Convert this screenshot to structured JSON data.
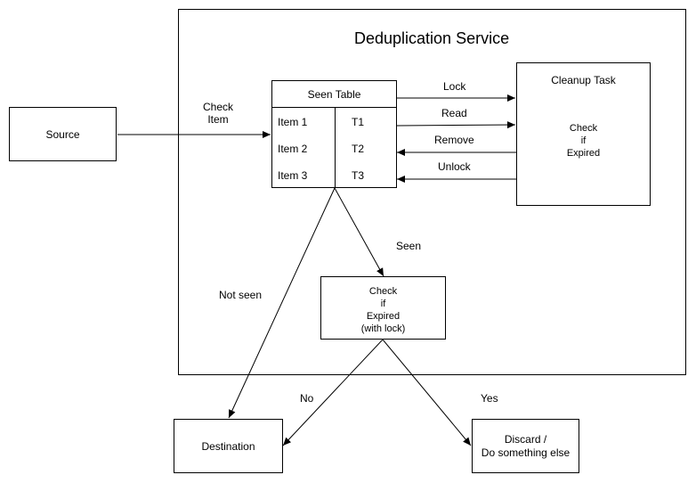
{
  "service": {
    "title": "Deduplication Service"
  },
  "source": {
    "label": "Source"
  },
  "check_item_label": "Check\nItem",
  "seen_table": {
    "title": "Seen Table",
    "rows": [
      {
        "item": "Item 1",
        "time": "T1"
      },
      {
        "item": "Item 2",
        "time": "T2"
      },
      {
        "item": "Item 3",
        "time": "T3"
      }
    ]
  },
  "cleanup": {
    "title": "Cleanup Task",
    "body": "Check\nif\nExpired"
  },
  "operations": {
    "lock": "Lock",
    "read": "Read",
    "remove": "Remove",
    "unlock": "Unlock"
  },
  "edges": {
    "seen": "Seen",
    "not_seen": "Not seen",
    "no": "No",
    "yes": "Yes"
  },
  "check_expired": {
    "body": "Check\nif\nExpired\n(with lock)"
  },
  "destination": {
    "label": "Destination"
  },
  "discard": {
    "label": "Discard /\nDo something else"
  }
}
